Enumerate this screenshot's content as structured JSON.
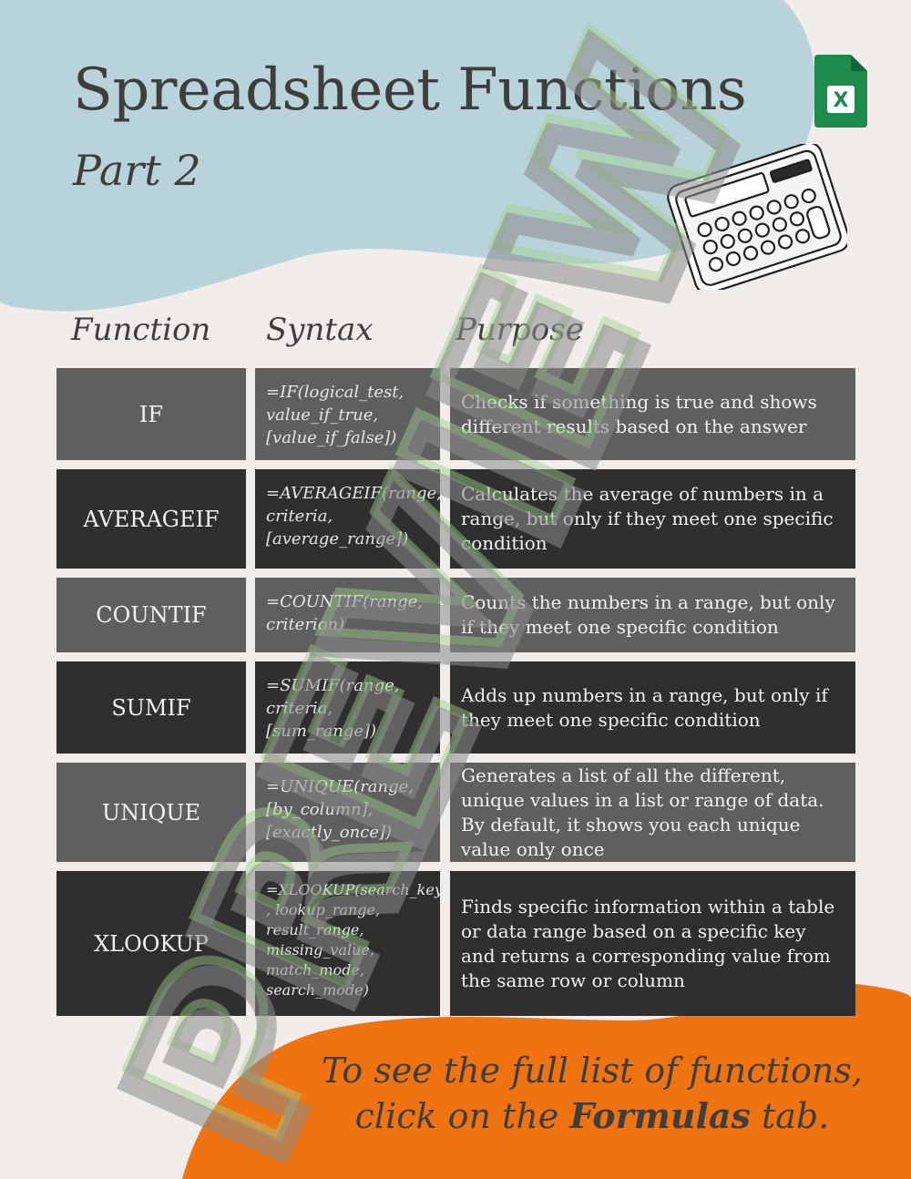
{
  "header": {
    "title": "Spreadsheet Functions",
    "subtitle": "Part 2",
    "excel_letter": "X"
  },
  "columns": {
    "function": "Function",
    "syntax": "Syntax",
    "purpose": "Purpose"
  },
  "rows": [
    {
      "function": "IF",
      "syntax": [
        "=IF(logical_test,",
        "value_if_true,",
        "[value_if_false])"
      ],
      "purpose": "Checks if something is true and shows different results based on the answer"
    },
    {
      "function": "AVERAGEIF",
      "syntax": [
        "=AVERAGEIF(range,",
        "criteria,",
        "[average_range])"
      ],
      "purpose": "Calculates the average of numbers in a range, but only if they meet one specific condition"
    },
    {
      "function": "COUNTIF",
      "syntax": [
        "=COUNTIF(range,",
        "criterion)"
      ],
      "purpose": "Counts the numbers in a range, but only if they meet one specific condition"
    },
    {
      "function": "SUMIF",
      "syntax": [
        "=SUMIF(range,",
        "criteria,",
        "[sum_range])"
      ],
      "purpose": "Adds up numbers in a range, but only if they meet one specific condition"
    },
    {
      "function": "UNIQUE",
      "syntax": [
        "=UNIQUE(range,",
        "[by_column],",
        "[exactly_once])"
      ],
      "purpose": "Generates a list of all the different, unique values in a list or range of data. By default, it shows you each unique value only once"
    },
    {
      "function": "XLOOKUP",
      "syntax": [
        "=XLOOKUP(search_key",
        ", lookup_range,",
        "result_range,",
        "missing_value,",
        "match_mode,",
        "search_mode)"
      ],
      "purpose": "Finds specific information within a table or data range based on a specific key and returns a corresponding value from the same row or column"
    }
  ],
  "footer": {
    "line1": "To see the full list of functions,",
    "line2_before": "click on the ",
    "line2_bold": "Formulas",
    "line2_after": " tab."
  },
  "colors": {
    "background": "#f0edeb",
    "blue_blob": "#b9d3db",
    "orange_blob": "#ef7411",
    "excel_green": "#1e8a4c",
    "row_light": "#5f5f5f",
    "row_dark": "#2f2f2f"
  },
  "watermark_text": "PREVIEW"
}
